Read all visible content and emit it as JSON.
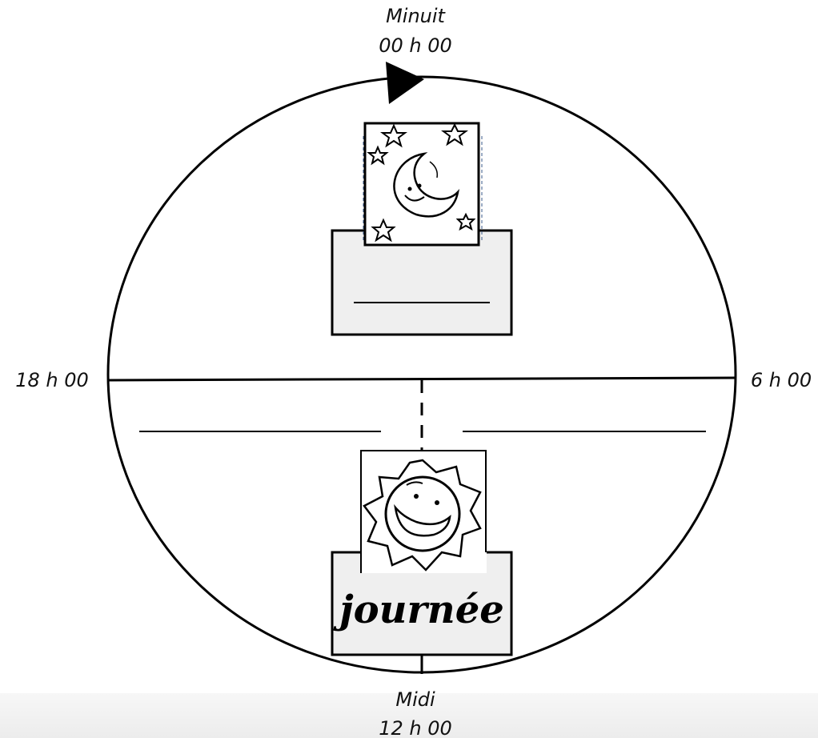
{
  "labels": {
    "midnight_name": "Minuit",
    "midnight_time": "00 h 00",
    "left_time": "18 h 00",
    "right_time": "6 h 00",
    "noon_name": "Midi",
    "noon_time": "12 h 00"
  },
  "boxes": {
    "night_word": "",
    "day_word": "journée"
  },
  "icons": {
    "night": "moon-stars-icon",
    "day": "sun-icon",
    "direction": "arrow-right-icon"
  },
  "colors": {
    "line": "#000000",
    "box_fill": "#efefef",
    "background": "#ffffff"
  }
}
